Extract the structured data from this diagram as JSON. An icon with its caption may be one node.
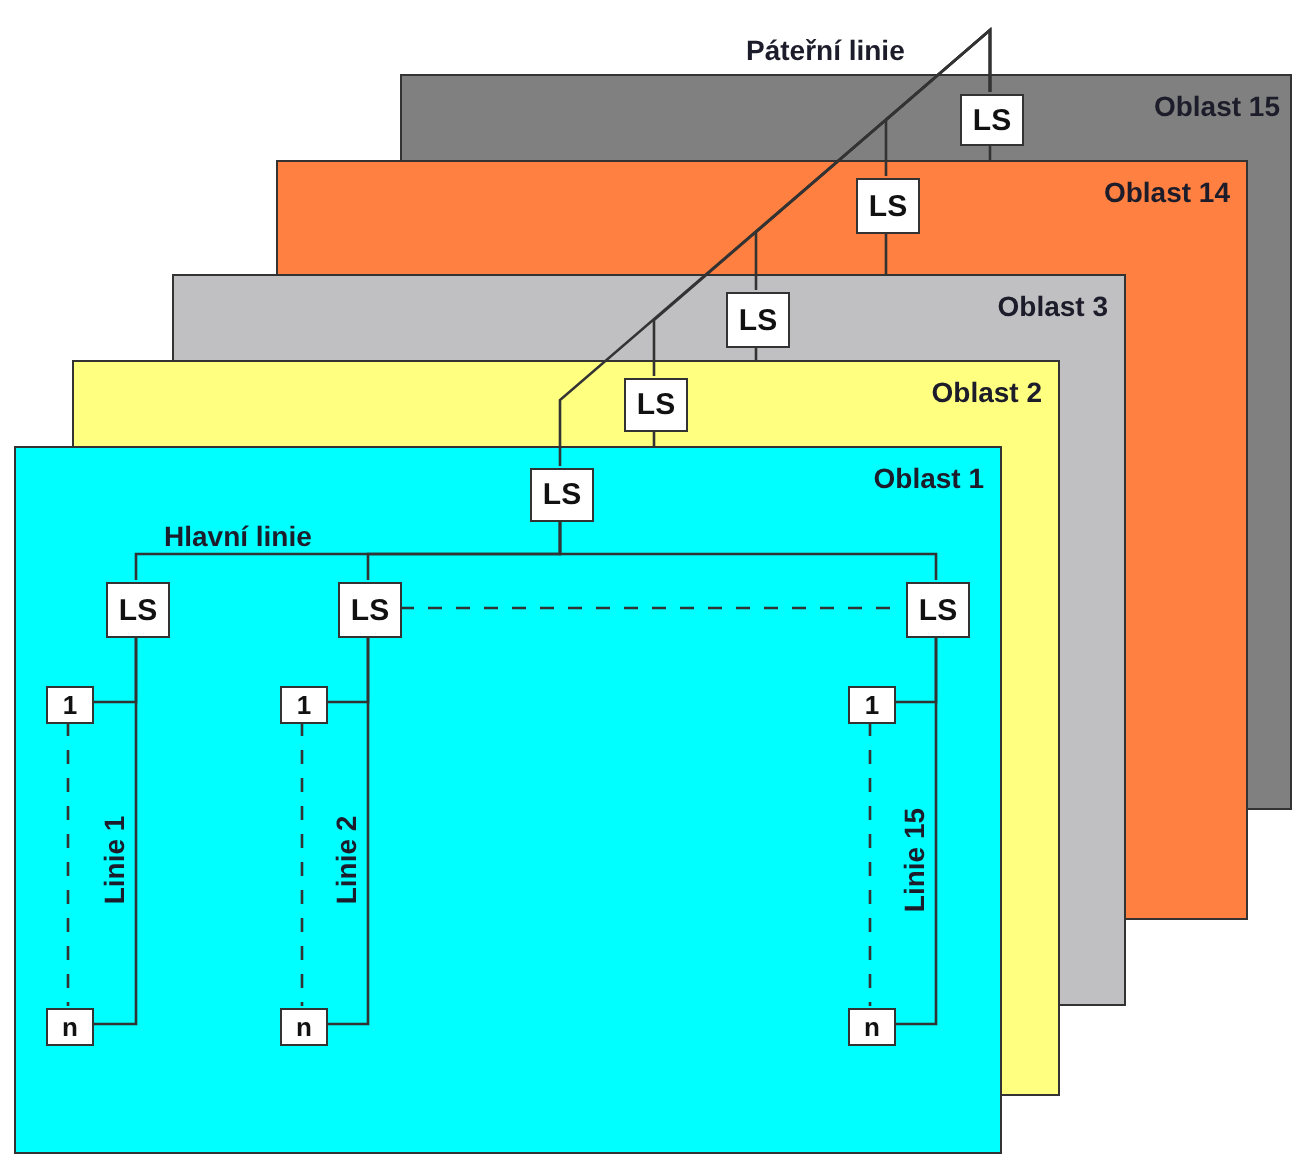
{
  "diagram": {
    "nodes": [
      {
        "text": [
          "Oblast 15"
        ]
      },
      {
        "text": [
          "LS"
        ],
        "in": 0
      },
      {
        "text": [
          "Oblast 14"
        ]
      },
      {
        "text": [
          "LS"
        ],
        "in": 2
      },
      {
        "text": [
          "Oblast 3"
        ]
      },
      {
        "text": [
          "LS"
        ],
        "in": 4
      },
      {
        "text": [
          "Oblast 2"
        ]
      },
      {
        "text": [
          "LS"
        ],
        "in": 6
      },
      {
        "text": [
          "Oblast 1"
        ]
      },
      {
        "text": [
          "LS"
        ],
        "in": 8
      },
      {
        "text": [
          "LS"
        ],
        "in": 8
      },
      {
        "text": [
          "1"
        ],
        "in": 8
      },
      {
        "text": [
          "n"
        ],
        "in": 8
      },
      {
        "text": [
          "LS"
        ],
        "in": 8
      },
      {
        "text": [
          "1"
        ],
        "in": 8
      },
      {
        "text": [
          "n"
        ],
        "in": 8
      },
      {
        "text": [
          "LS"
        ],
        "in": 8
      },
      {
        "text": [
          "1"
        ],
        "in": 8
      },
      {
        "text": [
          "n"
        ],
        "in": 8
      }
    ],
    "edges": [
      {
        "from": 1,
        "to": 9,
        "arrow": "none",
        "label": "Páteřní linie"
      },
      {
        "from": 1,
        "to": 3,
        "arrow": "none"
      },
      {
        "from": 1,
        "to": 5,
        "arrow": "none"
      },
      {
        "from": 1,
        "to": 7,
        "arrow": "none"
      },
      {
        "from": 9,
        "to": 10,
        "arrow": "none",
        "label": "Hlavní linie"
      },
      {
        "from": 9,
        "to": 13,
        "arrow": "none"
      },
      {
        "from": 9,
        "to": 16,
        "arrow": "none"
      },
      {
        "from": 13,
        "to": 16,
        "arrow": "none",
        "style": "dashed"
      },
      {
        "from": 10,
        "to": 11,
        "arrow": "none"
      },
      {
        "from": 10,
        "to": 12,
        "arrow": "none",
        "label": "Linie 1"
      },
      {
        "from": 11,
        "to": 12,
        "arrow": "none",
        "style": "dashed"
      },
      {
        "from": 13,
        "to": 14,
        "arrow": "none"
      },
      {
        "from": 13,
        "to": 15,
        "arrow": "none",
        "label": "Linie 2"
      },
      {
        "from": 14,
        "to": 15,
        "arrow": "none",
        "style": "dashed"
      },
      {
        "from": 16,
        "to": 17,
        "arrow": "none"
      },
      {
        "from": 16,
        "to": 18,
        "arrow": "none",
        "label": "Linie 15"
      },
      {
        "from": 17,
        "to": 18,
        "arrow": "none",
        "style": "dashed"
      },
      {
        "from": 1,
        "to": 2,
        "arrow": "none"
      },
      {
        "from": 3,
        "to": 4,
        "arrow": "none"
      },
      {
        "from": 5,
        "to": 6,
        "arrow": "none"
      },
      {
        "from": 7,
        "to": 8,
        "arrow": "none"
      }
    ]
  }
}
